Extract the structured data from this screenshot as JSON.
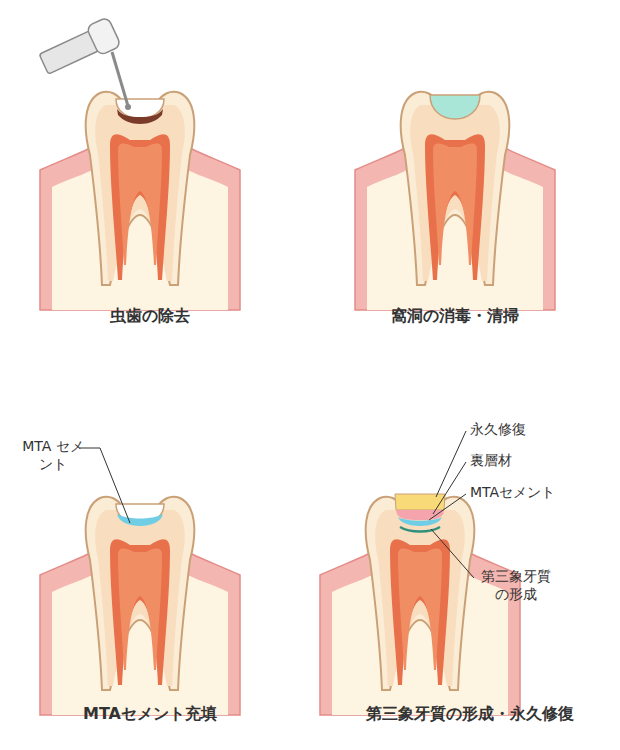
{
  "diagram": {
    "labels": [
      "虫歯の除去",
      "窩洞の消毒・清掃",
      "MTA セメント",
      "永久修復",
      "裏層材",
      "MTAセメント",
      "第三象牙質 の形成",
      "MTAセメント充填",
      "第三象牙質の形成・永久修復"
    ]
  }
}
